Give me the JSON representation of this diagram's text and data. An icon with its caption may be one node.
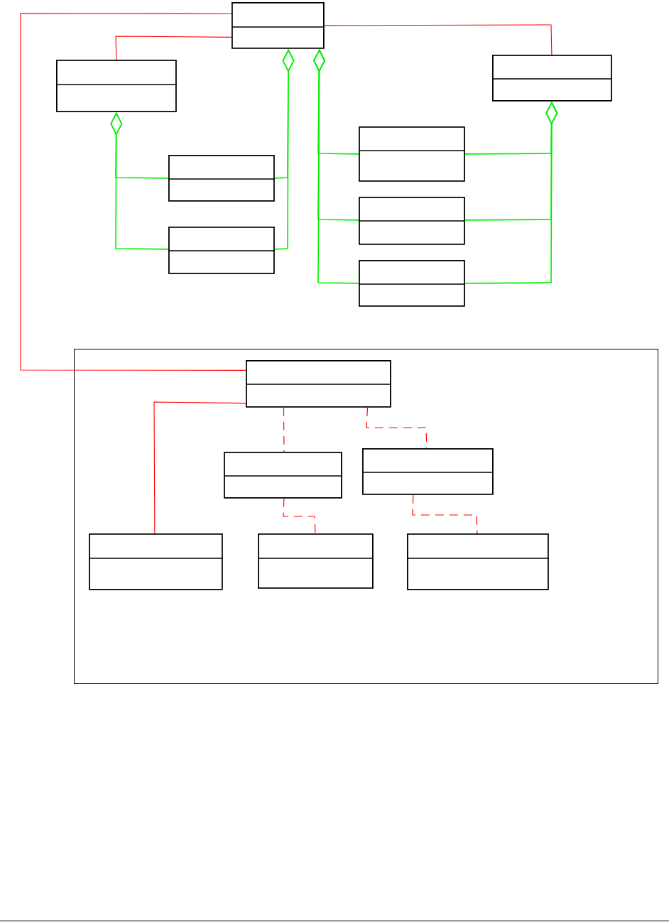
{
  "diagram": {
    "nodes": [
      {
        "text": [],
        "shape": "box"
      },
      {
        "text": [],
        "shape": "box"
      },
      {
        "text": [],
        "shape": "box"
      },
      {
        "text": [],
        "shape": "box"
      },
      {
        "text": [],
        "shape": "box"
      },
      {
        "text": [],
        "shape": "box"
      },
      {
        "text": [],
        "shape": "box"
      },
      {
        "text": [],
        "shape": "box"
      },
      {
        "text": [],
        "shape": "box"
      },
      {
        "text": [],
        "shape": "box",
        "in": 8
      },
      {
        "text": [],
        "shape": "box",
        "in": 8
      },
      {
        "text": [],
        "shape": "box",
        "in": 8
      },
      {
        "text": [],
        "shape": "box",
        "in": 8
      },
      {
        "text": [],
        "shape": "box",
        "in": 8
      },
      {
        "text": [],
        "shape": "box",
        "in": 8
      }
    ],
    "edges": [
      {
        "from": 1,
        "to": 3,
        "arrow": "other"
      },
      {
        "from": 1,
        "to": 4,
        "arrow": "other"
      },
      {
        "from": 0,
        "to": 3,
        "arrow": "other"
      },
      {
        "from": 0,
        "to": 4,
        "arrow": "other"
      },
      {
        "from": 0,
        "to": 5,
        "arrow": "other"
      },
      {
        "from": 0,
        "to": 6,
        "arrow": "other"
      },
      {
        "from": 0,
        "to": 7,
        "arrow": "other"
      },
      {
        "from": 2,
        "to": 5,
        "arrow": "other"
      },
      {
        "from": 2,
        "to": 6,
        "arrow": "other"
      },
      {
        "from": 2,
        "to": 7,
        "arrow": "other"
      },
      {
        "from": 0,
        "to": 1,
        "arrow": "none",
        "color": "#ff0000"
      },
      {
        "from": 0,
        "to": 2,
        "arrow": "none",
        "color": "#ff0000"
      },
      {
        "from": 0,
        "to": 9,
        "arrow": "none",
        "color": "#ff0000"
      },
      {
        "from": 9,
        "to": 12,
        "arrow": "none",
        "color": "#ff0000"
      },
      {
        "from": 9,
        "to": 10,
        "arrow": "none",
        "style": "dashed",
        "color": "#ff0000"
      },
      {
        "from": 9,
        "to": 11,
        "arrow": "none",
        "style": "dashed",
        "color": "#ff0000"
      },
      {
        "from": 10,
        "to": 13,
        "arrow": "none",
        "style": "dashed",
        "color": "#ff0000"
      },
      {
        "from": 11,
        "to": 14,
        "arrow": "none",
        "style": "dashed",
        "color": "#ff0000"
      }
    ]
  }
}
